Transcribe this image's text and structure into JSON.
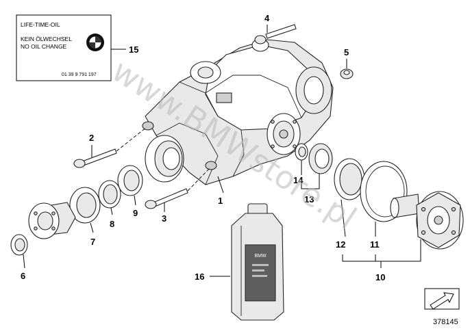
{
  "label_card": {
    "line1": "LIFE-TIME-OIL",
    "line2": "KEIN ÖLWECHSEL",
    "line3": "NO OIL CHANGE",
    "part_no": "01 39 9 791 197",
    "logo": "bmw-roundel-logo"
  },
  "callouts": {
    "n1": "1",
    "n2": "2",
    "n3": "3",
    "n4": "4",
    "n5": "5",
    "n6": "6",
    "n7": "7",
    "n8": "8",
    "n9": "9",
    "n10": "10",
    "n11": "11",
    "n12": "12",
    "n13": "13",
    "n14": "14",
    "n15": "15",
    "n16": "16"
  },
  "oil_bottle": {
    "label_brand": "BMW"
  },
  "watermark": "www.BMWstore.pl",
  "figure_id": "378145",
  "corner_icon": "arrow-navigation-icon"
}
